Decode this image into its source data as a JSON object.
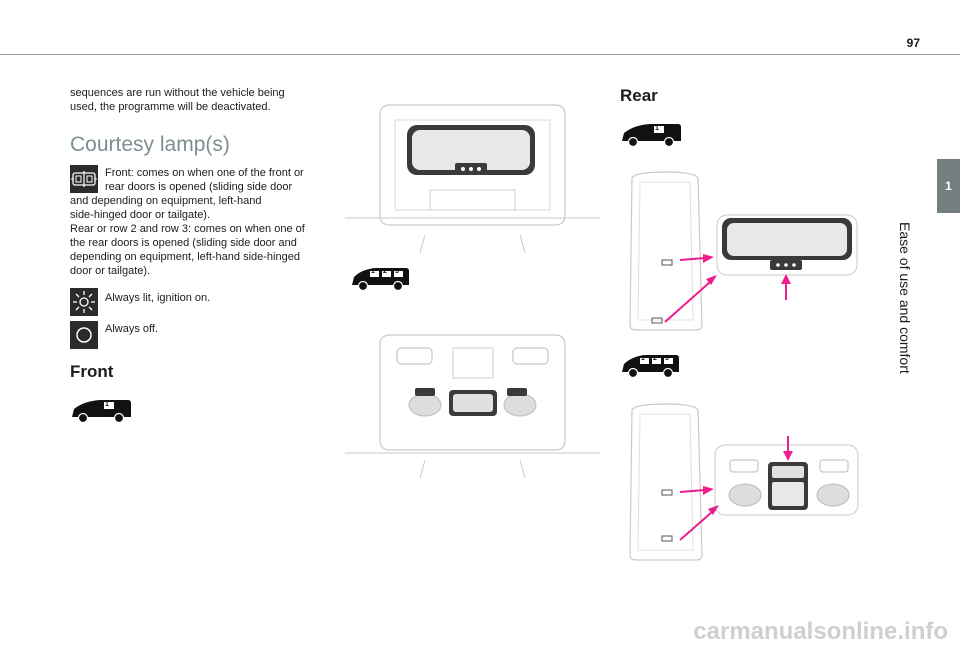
{
  "page": {
    "number": "97"
  },
  "tab": {
    "label": "1"
  },
  "side_label": "Ease of use and comfort",
  "intro_text": [
    "sequences are run without the vehicle being",
    "used, the programme will be deactivated."
  ],
  "section": {
    "title": "Courtesy lamp(s)",
    "front_doors_text": [
      "Front: comes on when one of the front or",
      "rear doors is opened (sliding side door",
      "and depending on equipment, left-hand",
      "side-hinged door or tailgate)."
    ],
    "rear_rows_text": [
      "Rear or row 2 and row 3: comes on when one of",
      "the rear doors is opened (sliding side door and",
      "depending on equipment, left-hand side-hinged",
      "door or tailgate)."
    ],
    "always_lit": "Always lit, ignition on.",
    "always_off": "Always off."
  },
  "front_heading": "Front",
  "rear_heading": "Rear",
  "icons": {
    "door": "door-open-lamp-icon",
    "on": "sun-lamp-on-icon",
    "off": "circle-lamp-off-icon",
    "vehicle": "van-silhouette-icon"
  },
  "van_badges": {
    "badge1": "1",
    "badge2": "2",
    "badge3": "3"
  },
  "colors": {
    "accent": "#ee1c8c",
    "section_title": "#7e8d91",
    "tab": "#747f82",
    "icon_bg": "#2b2b2b"
  },
  "footer": "carmanualsonline.info"
}
